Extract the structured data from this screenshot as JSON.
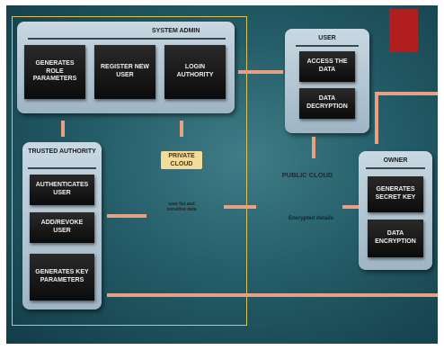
{
  "system_admin": {
    "title": "SYSTEM ADMIN",
    "boxes": [
      "GENERATES ROLE PARAMETERS",
      "REGISTER NEW USER",
      "LOGIN AUTHORITY"
    ]
  },
  "trusted_authority": {
    "title": "TRUSTED AUTHORITY",
    "boxes": [
      "AUTHENTICATES USER",
      "ADD/REVOKE USER",
      "GENERATES KEY PARAMETERS"
    ]
  },
  "private_cloud": {
    "title": "PRIVATE CLOUD",
    "db_label": "user list and sensitive data"
  },
  "public_cloud": {
    "title": "PUBLIC CLOUD",
    "db_label": "Encrypted details"
  },
  "user": {
    "title": "USER",
    "boxes": [
      "ACCESS THE DATA",
      "DATA DECRYPTION"
    ]
  },
  "owner": {
    "title": "OWNER",
    "boxes": [
      "GENERATES SECRET KEY",
      "DATA ENCRYPTION"
    ]
  },
  "colors": {
    "background": "#245d68",
    "arrow": "#e8a083",
    "outline": "#d8c45a",
    "accent_square": "#b01e1e",
    "private_cloud_fill": "#f6e4b4",
    "public_cloud_fill": "#b9d3e3"
  }
}
